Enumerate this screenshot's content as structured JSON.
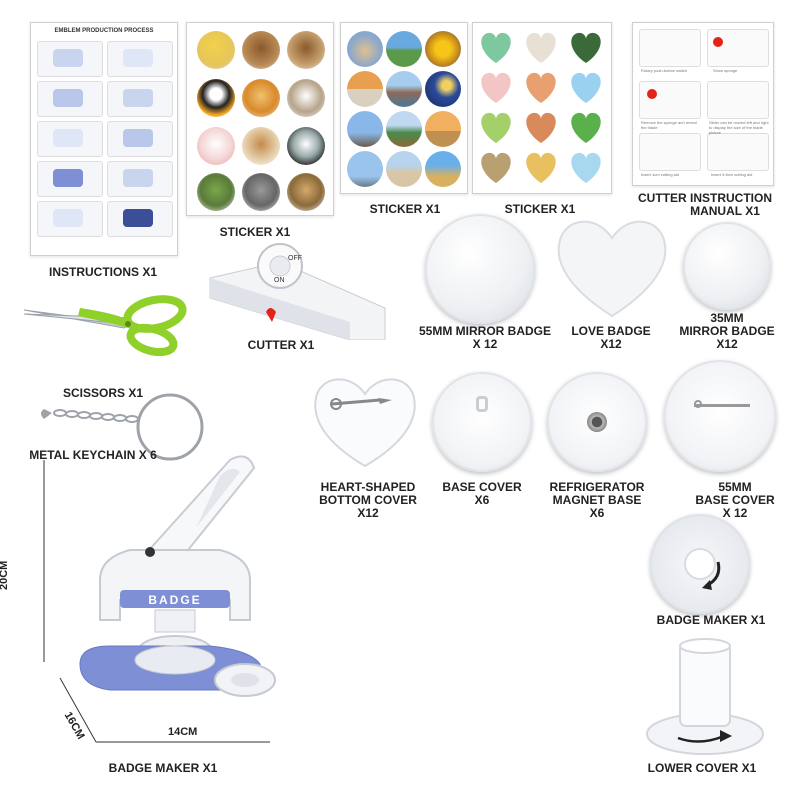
{
  "sheets": {
    "instructions": {
      "title": "EMBLEM PRODUCTION PROCESS",
      "label": "INSTRUCTIONS  X1"
    },
    "sticker1_label": "STICKER  X1",
    "sticker2_label": "STICKER  X1",
    "sticker3_label": "STICKER  X1",
    "cutter_manual": {
      "label_line1": "CUTTER INSTRUCTION",
      "label_line2": "MANUAL  X1",
      "captions": [
        "Rotary push-button switch",
        "Show sponge",
        "Remove the sponge and reveal the blade",
        "Slider can be moved left and right to display the size of the blade picture",
        "Insert 4cm cutting aid",
        "Insert 5.5cm cutting aid"
      ]
    }
  },
  "tools": {
    "cutter": {
      "label": "CUTTER  X1",
      "dial_off": "OFF",
      "dial_on": "ON"
    },
    "scissors": {
      "label": "SCISSORS  X1"
    },
    "keychain": {
      "label": "METAL KEYCHAIN  X 6"
    }
  },
  "badges": {
    "mirror55": {
      "line1": "55MM MIRROR BADGE",
      "line2": "X 12"
    },
    "love": {
      "line1": "LOVE BADGE",
      "line2": "X12"
    },
    "mirror35": {
      "line1": "35MM",
      "line2": "MIRROR BADGE",
      "line3": "X12"
    },
    "heart_bottom": {
      "line1": "HEART-SHAPED",
      "line2": "BOTTOM COVER",
      "line3": "X12"
    },
    "base_cover": {
      "line1": "BASE COVER",
      "line2": "X6"
    },
    "fridge_base": {
      "line1": "REFRIGERATOR",
      "line2": "MAGNET BASE",
      "line3": "X6"
    },
    "base55": {
      "line1": "55MM",
      "line2": "BASE COVER",
      "line3": "X 12"
    }
  },
  "machine": {
    "brand": "BADGE",
    "label": "BADGE MAKER  X1",
    "dim_height": "20CM",
    "dim_width": "14CM",
    "dim_depth": "16CM"
  },
  "parts": {
    "badge_maker_part": {
      "label": "BADGE MAKER  X1"
    },
    "lower_cover": {
      "label": "LOWER COVER  X1"
    }
  },
  "colors": {
    "scissor_green": "#8fd12a",
    "machine_blue": "#7f8fd6",
    "label_text": "#222222"
  }
}
